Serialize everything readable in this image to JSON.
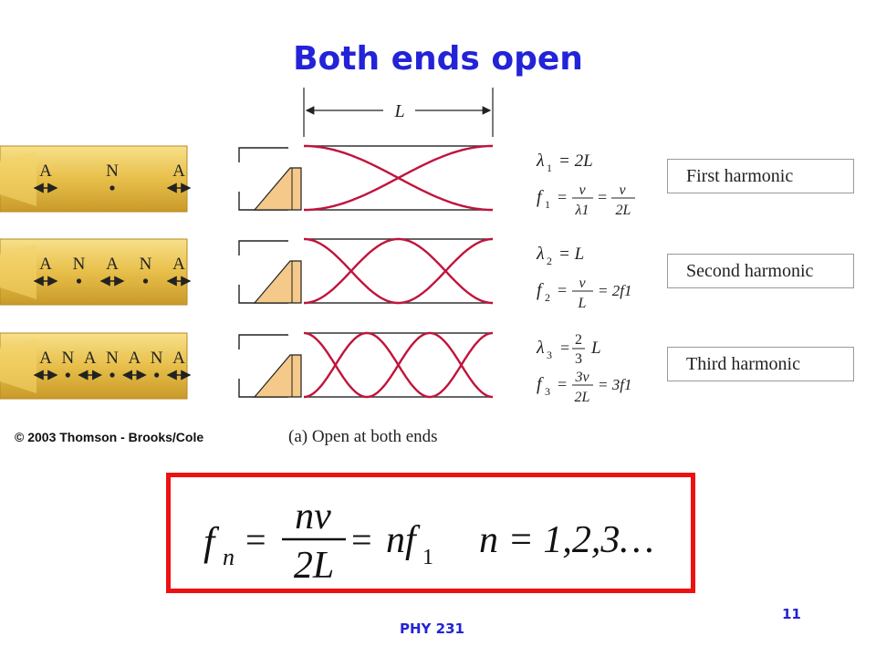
{
  "slide": {
    "title": "Both ends open",
    "course": "PHY 231",
    "page_number": "11"
  },
  "figure": {
    "length_label": "L",
    "copyright": "© 2003 Thomson - Brooks/Cole",
    "caption": "(a) Open at both ends",
    "colors": {
      "wave": "#c0143c",
      "pipe": "#e8bf4a",
      "formula_box": "#ee1111",
      "title": "#2323d8"
    },
    "harmonics": [
      {
        "name": "First harmonic",
        "node_labels": [
          "A",
          "N",
          "A"
        ],
        "loops": 1,
        "wavelength_lhs": "λ",
        "wavelength_sub": "1",
        "wavelength_rhs": "= 2L",
        "freq_lhs": "f",
        "freq_sub": "1",
        "freq_expr_1": "v",
        "freq_expr_1_den": "λ1",
        "freq_expr_2": "v",
        "freq_expr_2_den": "2L"
      },
      {
        "name": "Second harmonic",
        "node_labels": [
          "A",
          "N",
          "A",
          "N",
          "A"
        ],
        "loops": 2,
        "wavelength_lhs": "λ",
        "wavelength_sub": "2",
        "wavelength_rhs": "= L",
        "freq_lhs": "f",
        "freq_sub": "2",
        "freq_expr_1": "v",
        "freq_expr_1_den": "L",
        "freq_expr_2": "= 2f1",
        "freq_expr_2_den": ""
      },
      {
        "name": "Third harmonic",
        "node_labels": [
          "A",
          "N",
          "A",
          "N",
          "A",
          "N",
          "A"
        ],
        "loops": 3,
        "wavelength_lhs": "λ",
        "wavelength_sub": "3",
        "wavelength_rhs": "L",
        "wavelength_frac": [
          "2",
          "3"
        ],
        "freq_lhs": "f",
        "freq_sub": "3",
        "freq_expr_1": "3v",
        "freq_expr_1_den": "2L",
        "freq_expr_2": "= 3f1",
        "freq_expr_2_den": ""
      }
    ]
  },
  "formula": {
    "f": "f",
    "f_sub": "n",
    "num": "nv",
    "den": "2L",
    "rhs": "nf",
    "rhs_sub": "1",
    "n_eq": "n = 1,2,3…"
  }
}
